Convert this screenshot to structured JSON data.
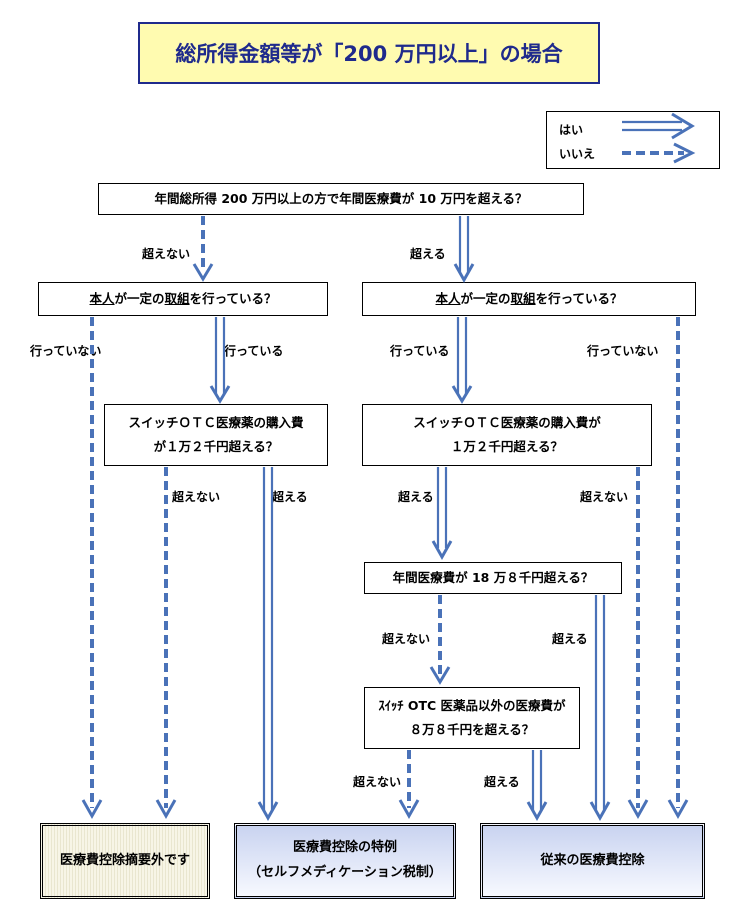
{
  "title": "総所得金額等が「200 万円以上」の場合",
  "legend": {
    "yes": "はい",
    "no": "いいえ"
  },
  "q1": "年間総所得 200 万円以上の方で年間医療費が 10 万円を超える？",
  "q2_left": {
    "underlined1": "本人",
    "mid": "が一定の",
    "underlined2": "取組",
    "rest": "を行っている？"
  },
  "q2_right": {
    "underlined1": "本人",
    "mid": "が一定の",
    "underlined2": "取組",
    "rest": "を行っている？"
  },
  "q3_left": {
    "line1": "スイッチＯＴＣ医療薬の購入費",
    "line2": "が１万２千円超える？"
  },
  "q3_right": {
    "line1": "スイッチＯＴＣ医療薬の購入費が",
    "line2": "１万２千円超える？"
  },
  "q4": "年間医療費が 18 万８千円超える？",
  "q5": {
    "line1": "ｽｲｯﾁ OTC 医薬品以外の医療費が",
    "line2": "８万８千円を超える？"
  },
  "labels": {
    "l1": "超えない",
    "l2": "超える",
    "l3": "行っていない",
    "l4": "行っている",
    "l5": "行っている",
    "l6": "行っていない",
    "l7": "超えない",
    "l8": "超える",
    "l9": "超える",
    "l10": "超えない",
    "l11": "超えない",
    "l12": "超える",
    "l13": "超えない",
    "l14": "超える"
  },
  "results": {
    "r1": "医療費控除摘要外です",
    "r2_line1": "医療費控除の特例",
    "r2_line2": "（セルフメディケーション税制）",
    "r3": "従来の医療費控除"
  },
  "colors": {
    "arrow": "#4a72b8",
    "title_border": "#1f2a8c",
    "title_bg": "#fffbb0"
  }
}
